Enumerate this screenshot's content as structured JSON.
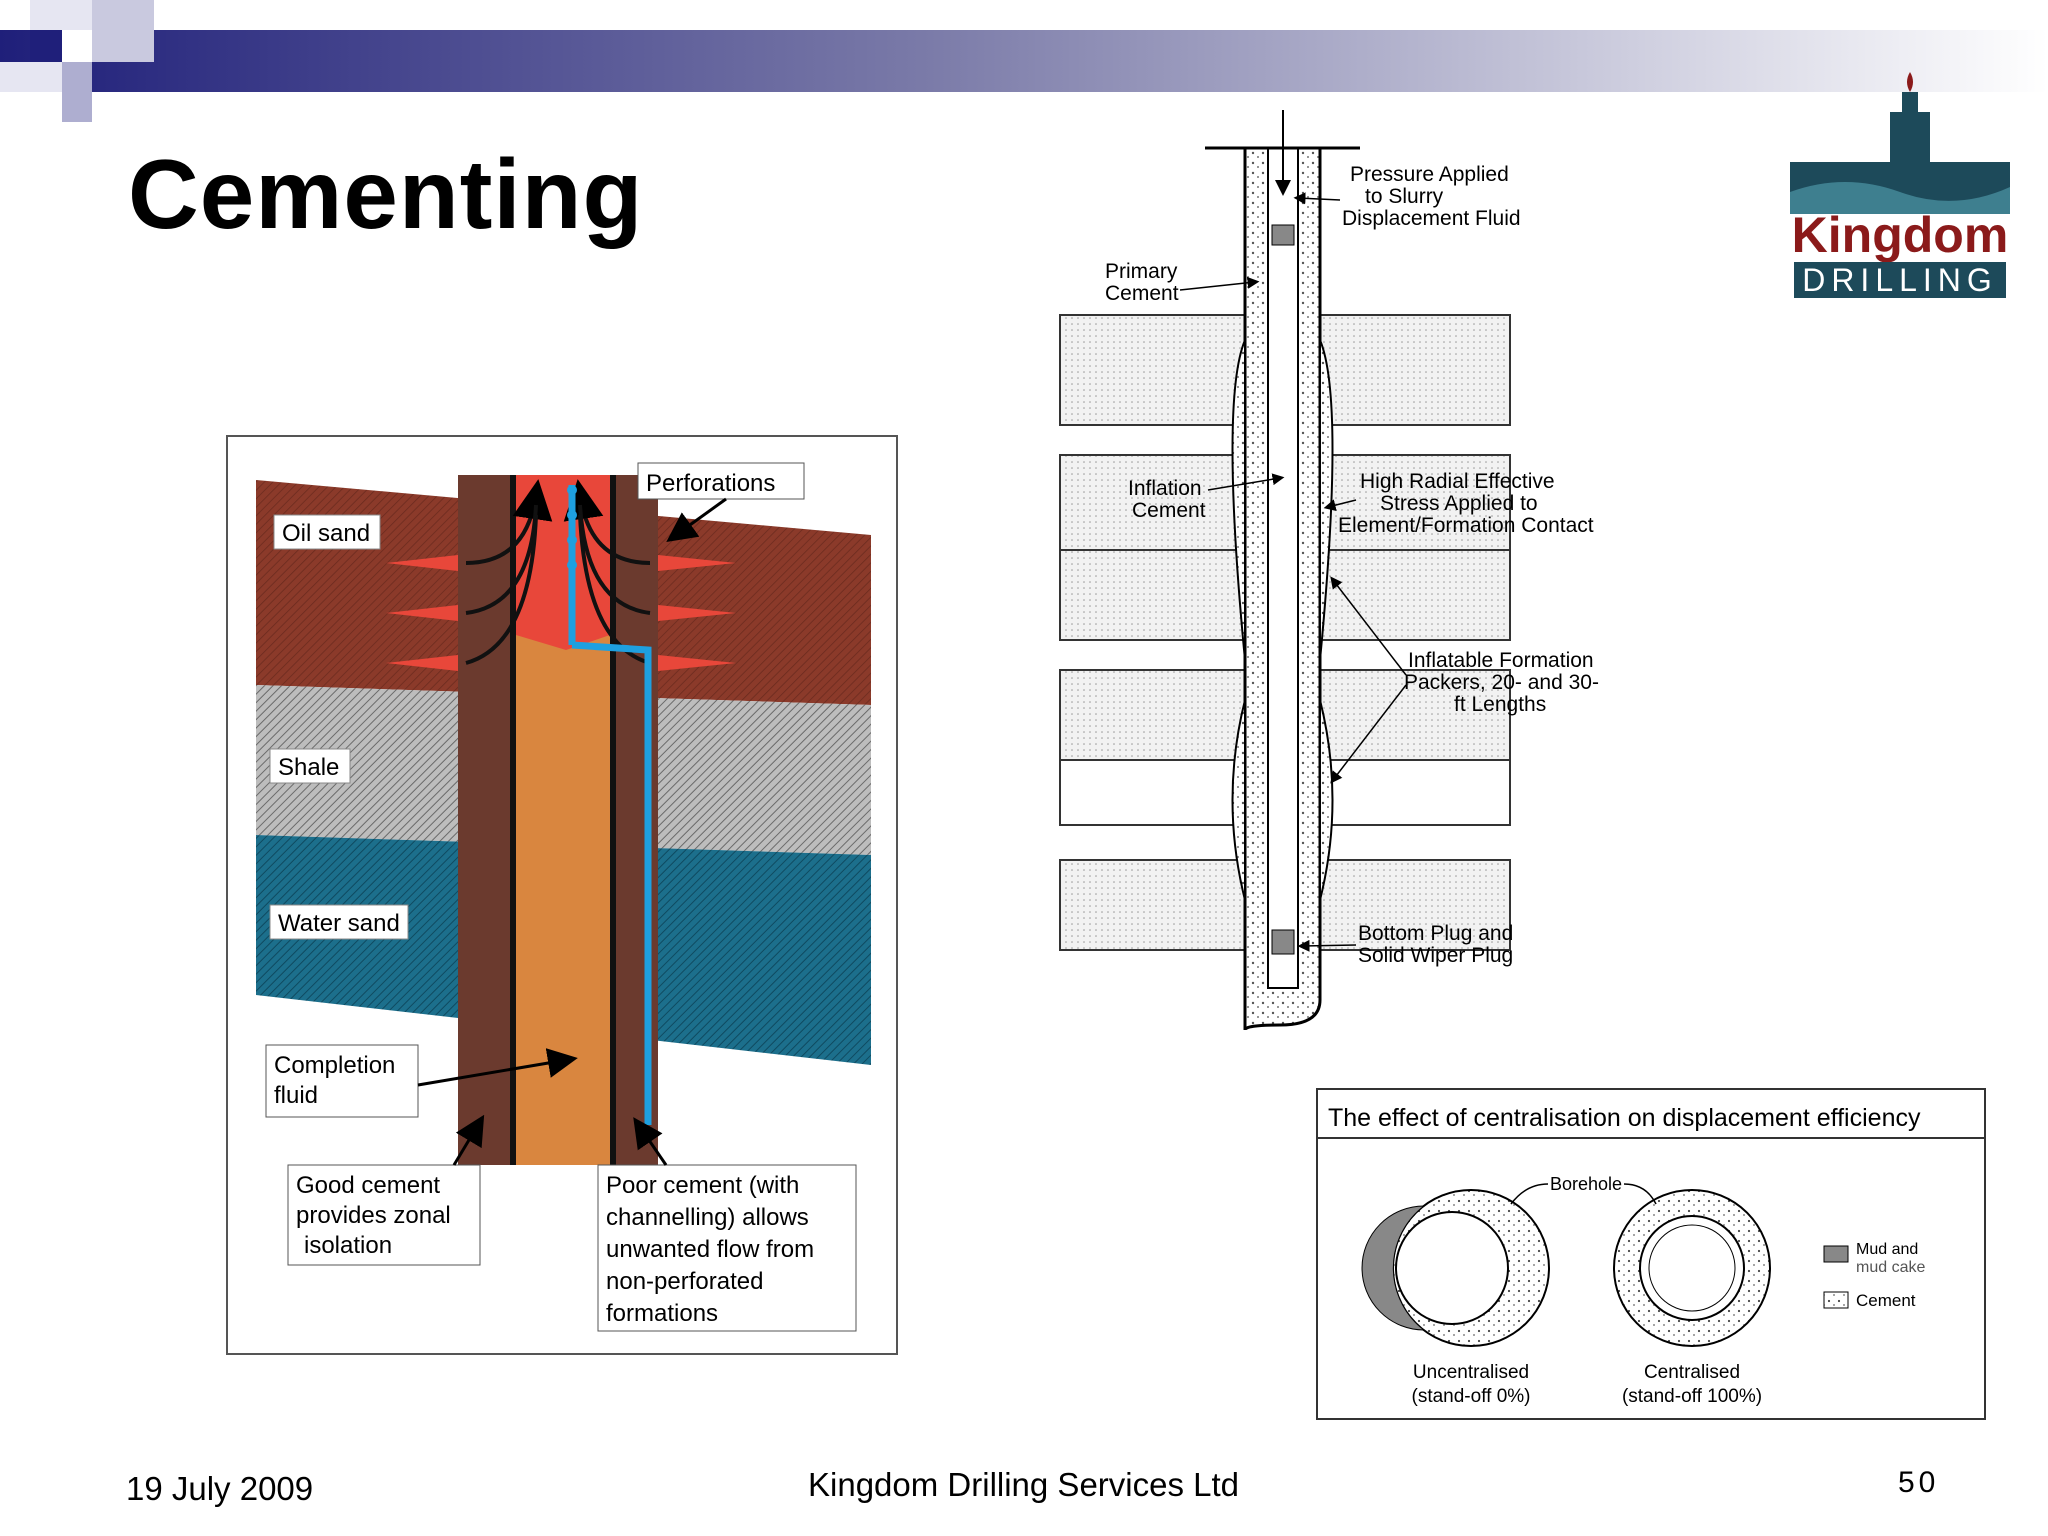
{
  "slide": {
    "title": "Cementing"
  },
  "logo": {
    "line1": "Kingdom",
    "line2": "DRILLING"
  },
  "completion_diagram": {
    "labels": {
      "perforations": "Perforations",
      "oil_sand": "Oil sand",
      "shale": "Shale",
      "water_sand": "Water sand",
      "completion_fluid_1": "Completion",
      "completion_fluid_2": "fluid",
      "good_cement_1": "Good cement",
      "good_cement_2": "provides zonal",
      "good_cement_3": "isolation",
      "poor_cement_1": "Poor cement (with",
      "poor_cement_2": "channelling) allows",
      "poor_cement_3": "unwanted flow from",
      "poor_cement_4": "non-perforated",
      "poor_cement_5": "formations"
    },
    "colors": {
      "oil_sand": "#8b3a2a",
      "shale": "#b0b0b0",
      "water_sand": "#1c6f8c",
      "casing_cement": "#6b3a2e",
      "completion_fluid": "#d9863f",
      "flow": "#e8473a",
      "channel": "#1ea0e0"
    }
  },
  "packer_diagram": {
    "labels": {
      "pressure_1": "Pressure Applied",
      "pressure_2": "to Slurry",
      "pressure_3": "Displacement Fluid",
      "primary_1": "Primary",
      "primary_2": "Cement",
      "inflation_1": "Inflation",
      "inflation_2": "Cement",
      "radial_1": "High Radial Effective",
      "radial_2": "Stress Applied to",
      "radial_3": "Element/Formation Contact",
      "packers_1": "Inflatable Formation",
      "packers_2": "Packers, 20- and 30-",
      "packers_3": "ft Lengths",
      "plug_1": "Bottom Plug and",
      "plug_2": "Solid Wiper Plug"
    }
  },
  "centralisation_diagram": {
    "title": "The effect of centralisation on displacement efficiency",
    "borehole": "Borehole",
    "uncentralised_1": "Uncentralised",
    "uncentralised_2": "(stand-off 0%)",
    "centralised_1": "Centralised",
    "centralised_2": "(stand-off 100%)",
    "legend_mud_1": "Mud and",
    "legend_mud_2": "mud cake",
    "legend_cement": "Cement"
  },
  "footer": {
    "date": "19 July 2009",
    "company": "Kingdom Drilling Services Ltd",
    "page": "50"
  },
  "colors": {
    "header_dark": "#1f1f7a",
    "logo_teal": "#1d4a5a",
    "logo_red": "#8b1a1a"
  }
}
